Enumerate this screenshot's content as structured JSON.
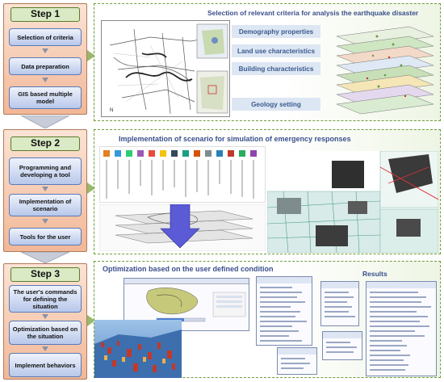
{
  "steps": [
    {
      "title": "Step 1",
      "items": [
        "Selection of criteria",
        "Data preparation",
        "GIS based multiple model"
      ]
    },
    {
      "title": "Step 2",
      "items": [
        "Programming and developing a tool",
        "Implementation of scenario",
        "Tools for the user"
      ]
    },
    {
      "title": "Step 3",
      "items": [
        "The user's commands for defining the situation",
        "Optimization based on the situation",
        "Implement behaviors"
      ]
    }
  ],
  "panel1": {
    "title": "Selection of relevant criteria for analysis the earthquake disaster",
    "criteria": [
      "Demography properties",
      "Land use characteristics",
      "Building characteristics",
      "Geology  setting"
    ]
  },
  "panel2": {
    "title": "Implementation of scenario for simulation of emergency responses"
  },
  "panel3": {
    "title": "Optimization based on the user defined condition",
    "results_label": "Results"
  },
  "colors": {
    "panel_border": "#6e9c3c",
    "step_box_fill": "#b8c8ea",
    "title_text": "#3a4f8c"
  }
}
